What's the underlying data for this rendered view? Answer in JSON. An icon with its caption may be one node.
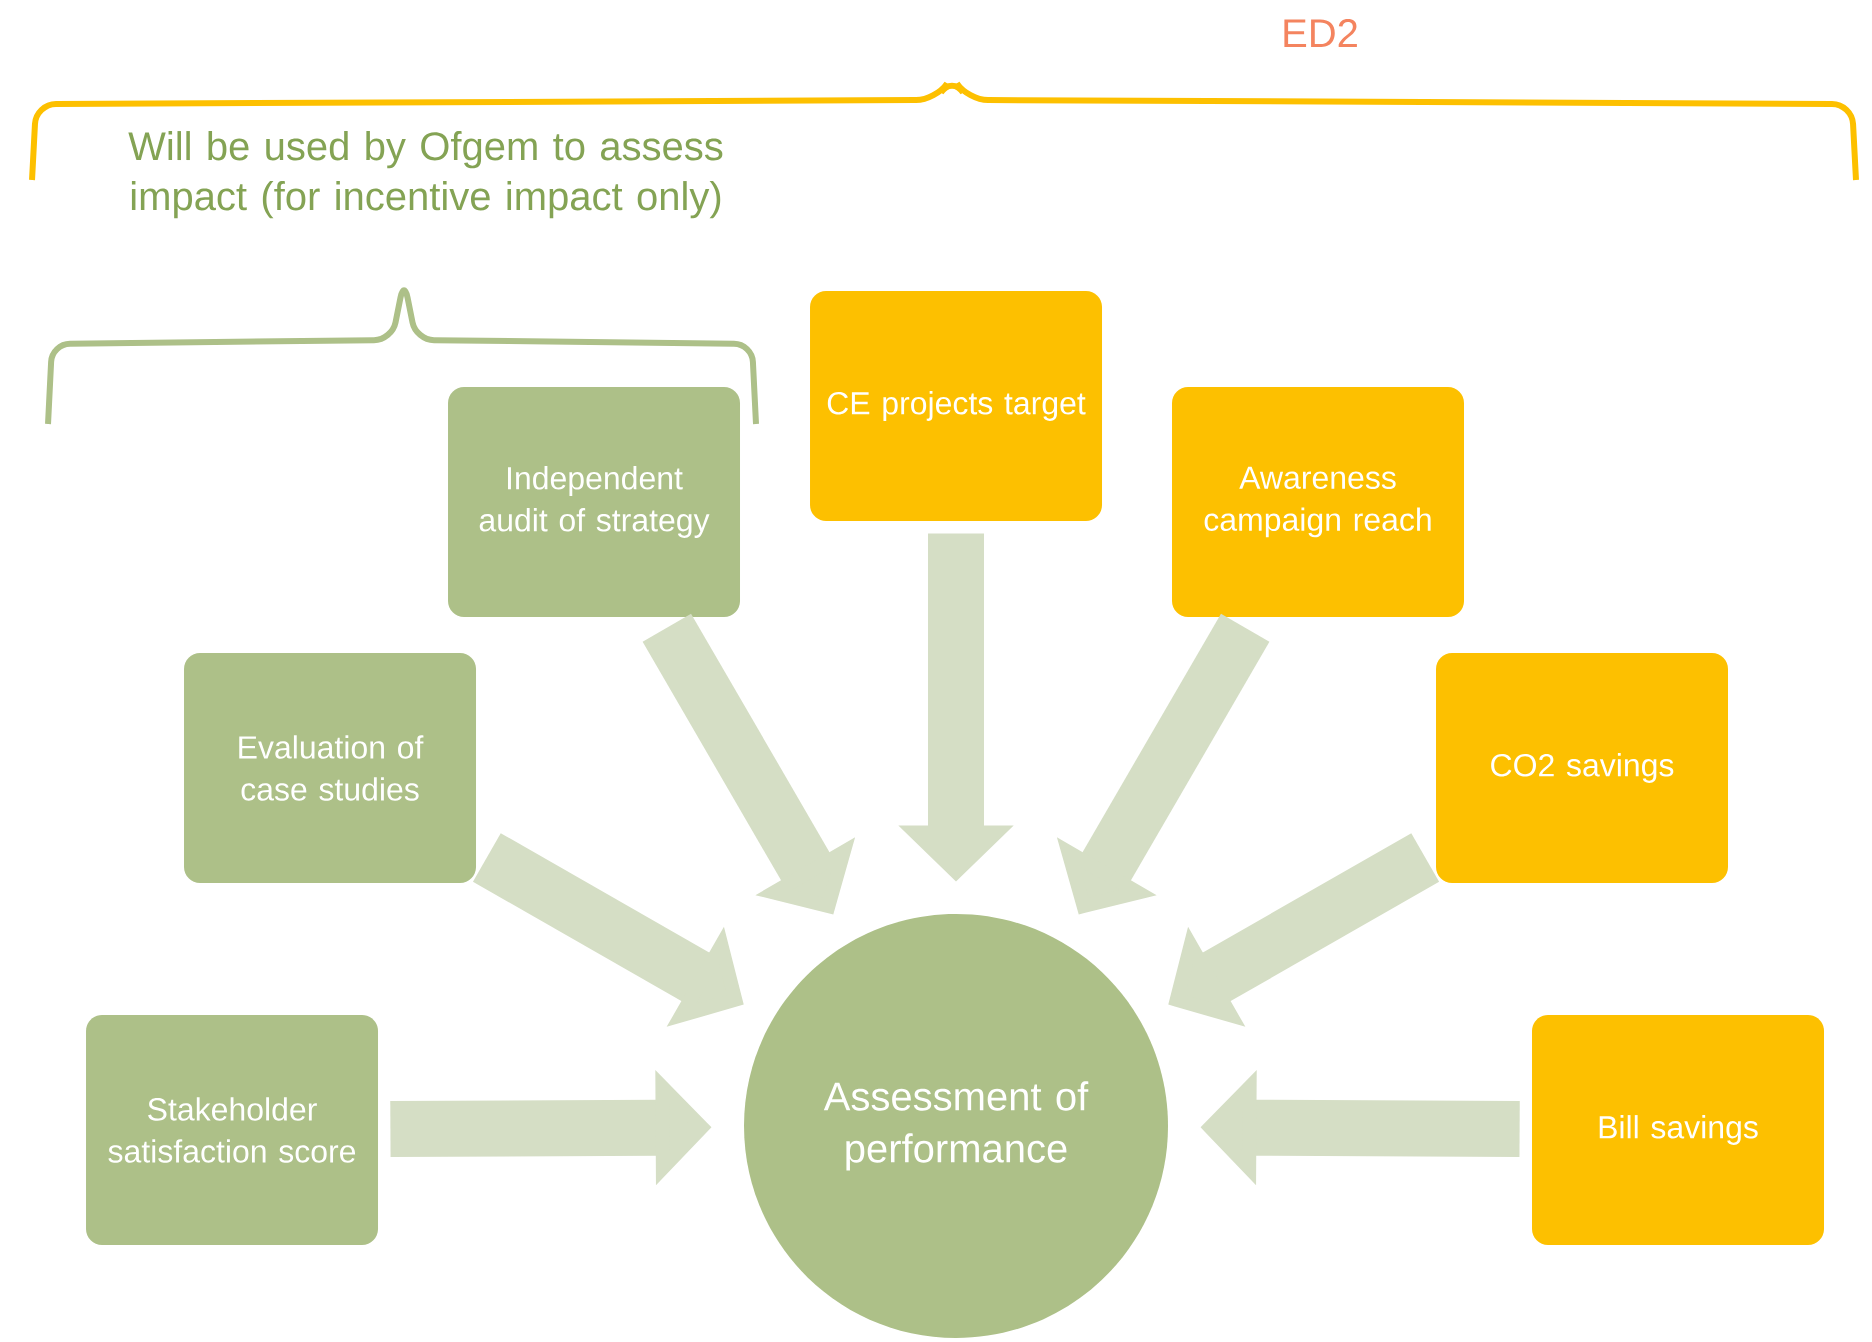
{
  "diagram": {
    "nodes": [
      {
        "text": [
          "Stakeholder satisfaction score"
        ]
      },
      {
        "text": [
          "Evaluation of case studies"
        ]
      },
      {
        "text": [
          "Independent audit of strategy"
        ]
      },
      {
        "text": [
          "CE projects target"
        ]
      },
      {
        "text": [
          "Awareness campaign reach"
        ]
      },
      {
        "text": [
          "CO2 savings"
        ]
      },
      {
        "text": [
          "Bill savings"
        ]
      },
      {
        "text": [
          "Assessment of performance"
        ]
      }
    ],
    "edges": [
      {
        "from": 0,
        "to": 7,
        "arrow": "to"
      },
      {
        "from": 1,
        "to": 7,
        "arrow": "to"
      },
      {
        "from": 2,
        "to": 7,
        "arrow": "to"
      },
      {
        "from": 3,
        "to": 7,
        "arrow": "to"
      },
      {
        "from": 4,
        "to": 7,
        "arrow": "to"
      },
      {
        "from": 5,
        "to": 7,
        "arrow": "to"
      },
      {
        "from": 6,
        "to": 7,
        "arrow": "to"
      }
    ],
    "labels": [
      "ED2",
      "Will be used by Ofgem to assess impact (for incentive impact only)"
    ]
  }
}
